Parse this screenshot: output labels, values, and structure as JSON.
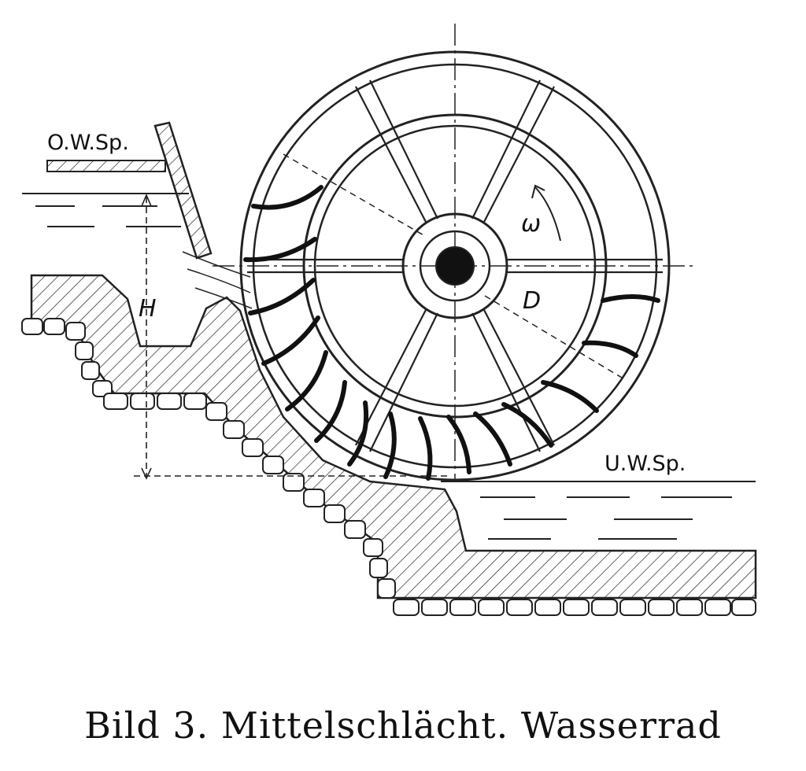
{
  "labels": {
    "upper_water_level": "O.W.Sp.",
    "lower_water_level": "U.W.Sp.",
    "head": "H",
    "angular_velocity": "ω",
    "diameter": "D"
  },
  "caption": "Bild 3. Mittelschlächt. Wasserrad"
}
